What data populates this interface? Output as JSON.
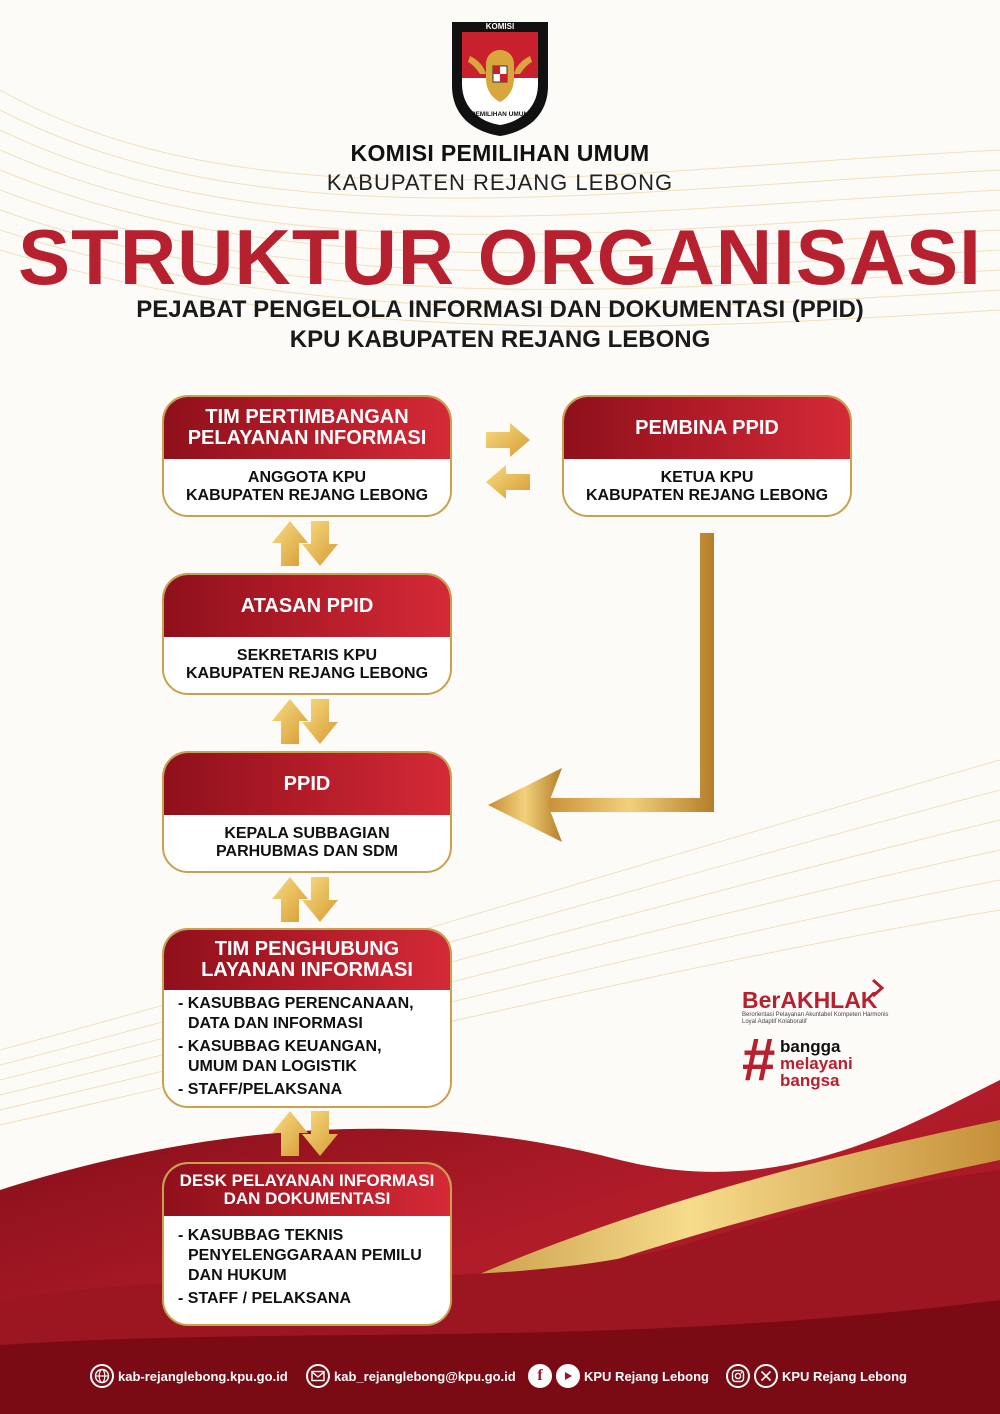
{
  "header": {
    "org_name": "KOMISI PEMILIHAN UMUM",
    "org_region": "KABUPATEN REJANG LEBONG",
    "logo_ring_top": "KOMISI",
    "logo_ring_bottom": "PEMILIHAN UMUM"
  },
  "title": {
    "main": "STRUKTUR ORGANISASI",
    "sub1": "PEJABAT PENGELOLA INFORMASI DAN DOKUMENTASI (PPID)",
    "sub2": "KPU KABUPATEN REJANG LEBONG"
  },
  "boxes": {
    "tim_pertimbangan": {
      "head": [
        "TIM PERTIMBANGAN",
        "PELAYANAN INFORMASI"
      ],
      "body": [
        "ANGGOTA KPU",
        "KABUPATEN REJANG LEBONG"
      ]
    },
    "pembina": {
      "head": [
        "PEMBINA PPID"
      ],
      "body": [
        "KETUA KPU",
        "KABUPATEN REJANG LEBONG"
      ]
    },
    "atasan": {
      "head": [
        "ATASAN PPID"
      ],
      "body": [
        "SEKRETARIS KPU",
        "KABUPATEN REJANG LEBONG"
      ]
    },
    "ppid": {
      "head": [
        "PPID"
      ],
      "body": [
        "KEPALA SUBBAGIAN",
        "PARHUBMAS DAN SDM"
      ]
    },
    "tim_penghubung": {
      "head": [
        "TIM PENGHUBUNG",
        "LAYANAN INFORMASI"
      ],
      "items": [
        [
          "- KASUBBAG PERENCANAAN,",
          "  DATA DAN INFORMASI"
        ],
        [
          "- KASUBBAG KEUANGAN,",
          "  UMUM DAN LOGISTIK"
        ],
        [
          "- STAFF/PELAKSANA"
        ]
      ]
    },
    "desk": {
      "head": [
        "DESK PELAYANAN INFORMASI",
        "DAN DOKUMENTASI"
      ],
      "items": [
        [
          "- KASUBBAG TEKNIS",
          "  PENYELENGGARAAN PEMILU",
          "  DAN HUKUM"
        ],
        [
          "- STAFF / PELAKSANA"
        ]
      ]
    }
  },
  "berakhlak": {
    "title": "BerAKHLAK",
    "subtitle": "Berorientasi Pelayanan Akuntabel Kompeten Harmonis Loyal Adaptif Kolaboratif",
    "hash": "#",
    "words": [
      "bangga",
      "melayani",
      "bangsa"
    ]
  },
  "footer": {
    "website": "kab-rejanglebong.kpu.go.id",
    "email": "kab_rejanglebong@kpu.go.id",
    "social1": "KPU Rejang Lebong",
    "social2": "KPU Rejang Lebong"
  },
  "colors": {
    "red": "#b7202e",
    "dark_red": "#8e101b",
    "gold": "#d4a94a",
    "light_gold": "#f4d27a"
  },
  "icons": [
    "garuda-emblem-icon",
    "globe-icon",
    "mail-icon",
    "facebook-icon",
    "youtube-icon",
    "instagram-icon",
    "x-icon",
    "double-arrow-icon",
    "elbow-arrow-icon"
  ]
}
